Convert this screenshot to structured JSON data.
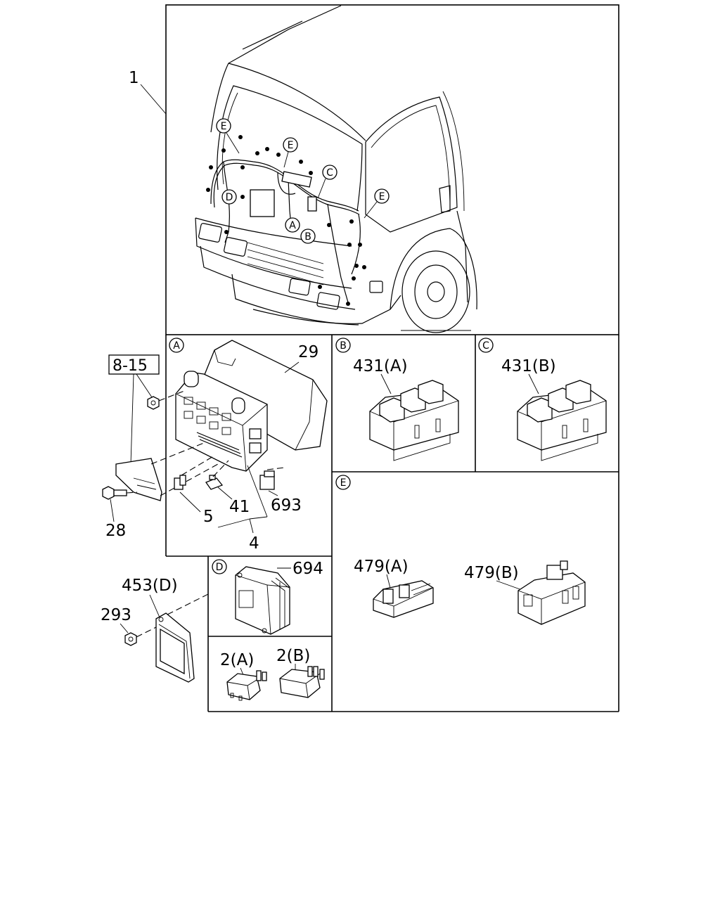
{
  "callouts": {
    "harness": "1",
    "fuse_box_cover": "29",
    "ref_8_15": "8-15",
    "bolt": "28",
    "fuse_5": "5",
    "fuse_41": "41",
    "relay_693": "693",
    "fuse_group_4": "4",
    "relay_431a": "431(A)",
    "relay_431b": "431(B)",
    "connector_479a": "479(A)",
    "connector_479b": "479(B)",
    "module_694": "694",
    "module_453d": "453(D)",
    "nut_293": "293",
    "relay_2a": "2(A)",
    "relay_2b": "2(B)"
  },
  "detail_markers": {
    "a": "A",
    "b": "B",
    "c": "C",
    "d": "D",
    "e": "E"
  }
}
